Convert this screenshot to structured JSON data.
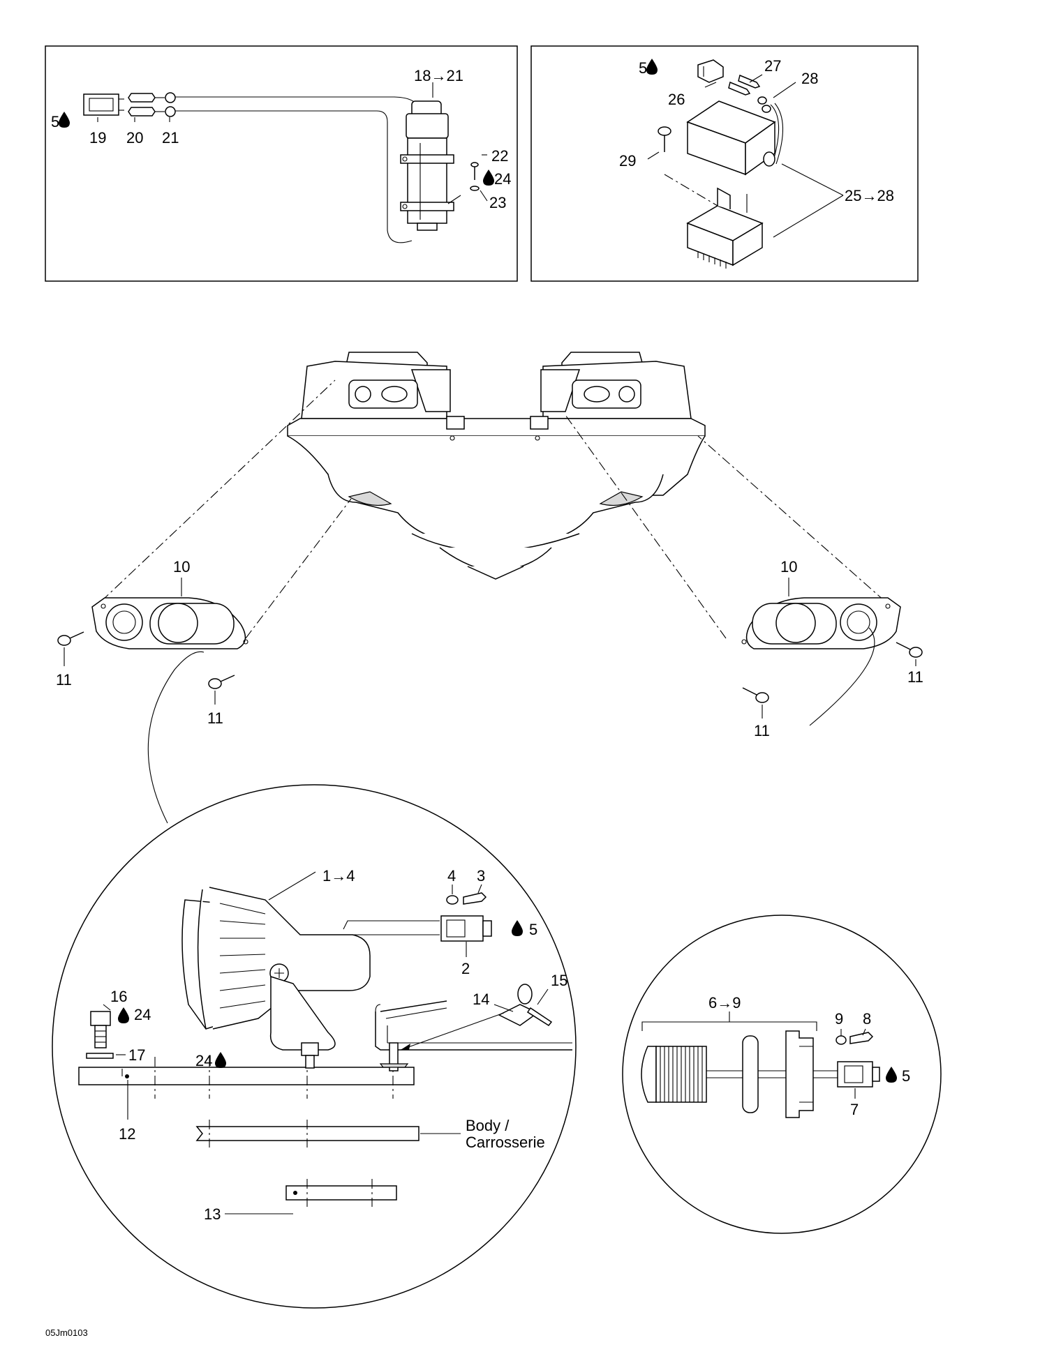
{
  "callouts": {
    "c1_4": "1→4",
    "c2": "2",
    "c3": "3",
    "c4": "4",
    "c5a": "5",
    "c5b": "5",
    "c5c": "5",
    "c5d": "5",
    "c6_9": "6→9",
    "c7": "7",
    "c8": "8",
    "c9": "9",
    "c10a": "10",
    "c10b": "10",
    "c11a": "11",
    "c11b": "11",
    "c11c": "11",
    "c11d": "11",
    "c12": "12",
    "c13": "13",
    "c14": "14",
    "c15": "15",
    "c16": "16",
    "c17": "17",
    "c18_21": "18→21",
    "c19": "19",
    "c20": "20",
    "c21": "21",
    "c22": "22",
    "c23": "23",
    "c24a": "24",
    "c24b": "24",
    "c24c": "24",
    "c25_28": "25→28",
    "c26": "26",
    "c27": "27",
    "c28": "28",
    "c29": "29"
  },
  "body_label": {
    "line1": "Body /",
    "line2": "Carrosserie"
  },
  "drawing_code": "05Jm0103",
  "icons": [
    "lubricant-drop-icon"
  ]
}
